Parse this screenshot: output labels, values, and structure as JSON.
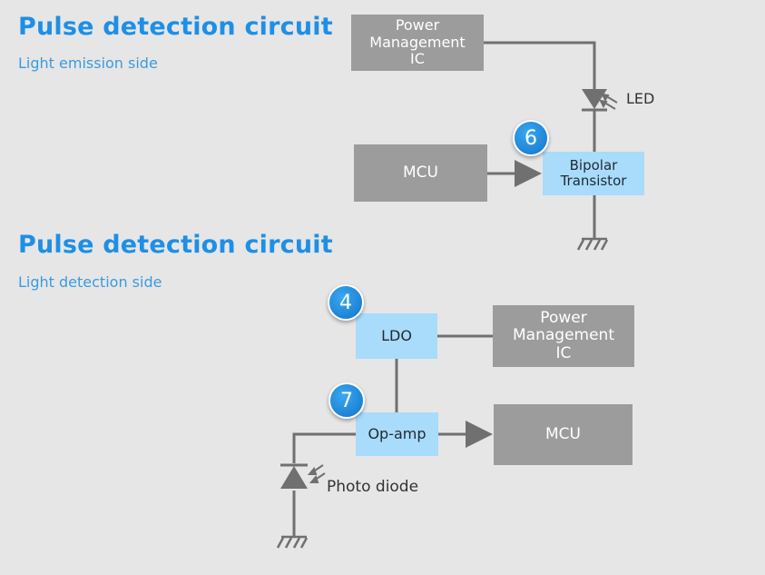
{
  "emission": {
    "title": "Pulse detection circuit",
    "subtitle": "Light emission side",
    "pmic_label": "Power\nManagement\nIC",
    "mcu_label": "MCU",
    "transistor_label": "Bipolar\nTransistor",
    "led_label": "LED",
    "badge": "6"
  },
  "detection": {
    "title": "Pulse detection circuit",
    "subtitle": "Light detection side",
    "ldo_label": "LDO",
    "pmic_label": "Power\nManagement\nIC",
    "opamp_label": "Op-amp",
    "mcu_label": "MCU",
    "photodiode_label": "Photo diode",
    "badge_ldo": "4",
    "badge_opamp": "7"
  },
  "colors": {
    "accent": "#1e8fe6",
    "gray_box": "#9c9c9c",
    "blue_box": "#a9dbfb",
    "wire": "#707070",
    "badge": "#1a86dc"
  }
}
